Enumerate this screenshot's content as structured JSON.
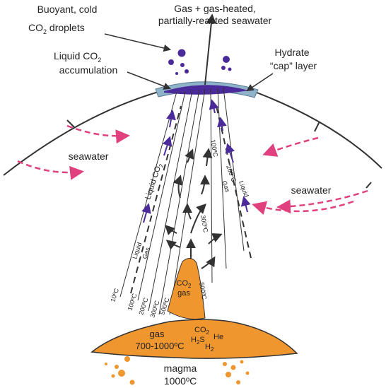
{
  "labels": {
    "top_title_line1": "Gas + gas-heated,",
    "top_title_line2": "partially-reacted seawater",
    "droplets_line1": "Buoyant, cold",
    "droplets_line2_pre": "CO",
    "droplets_line2_sub": "2",
    "droplets_line2_post": " droplets",
    "liquid_co2_line1": "Liquid CO",
    "liquid_co2_line1_sub": "2",
    "liquid_co2_line2": "accumulation",
    "hydrate_line1": "Hydrate",
    "hydrate_line2": "“cap” layer",
    "seawater_left": "seawater",
    "seawater_right": "seawater",
    "liquid_co2_channel": "Liquid CO",
    "liquid_co2_channel_sub": "2",
    "liquid_left": "Liquid",
    "gas_left": "Gas",
    "gas_right": "Gas",
    "liquid_right": "Liquid",
    "plume_co2": "CO",
    "plume_co2_sub": "2",
    "plume_gas": "gas",
    "chamber_gas_line1": "gas",
    "chamber_gas_line2": "700-1000ºC",
    "chamber_co2": "CO",
    "chamber_co2_sub": "2",
    "chamber_h2s": "H",
    "chamber_h2s_sub": "2",
    "chamber_h2s_post": "S",
    "chamber_he": "He",
    "chamber_h2": "H",
    "chamber_h2_sub": "2",
    "magma_line1": "magma",
    "magma_line2": "1000ºC"
  },
  "isotherms": {
    "t10": "10ºC",
    "t100": "100ºC",
    "t200": "200ºC",
    "t300": "300ºC",
    "t500": "500ºC",
    "t500b": "500ºC",
    "t100r": "100ºC",
    "t200r": "200ºC",
    "t300r": "300ºC"
  },
  "colors": {
    "magma": "#f0962e",
    "co2_purple": "#4b2a9a",
    "hydrate": "#8fb3c9",
    "seawater_arrow": "#e0407e",
    "line": "#333333"
  }
}
